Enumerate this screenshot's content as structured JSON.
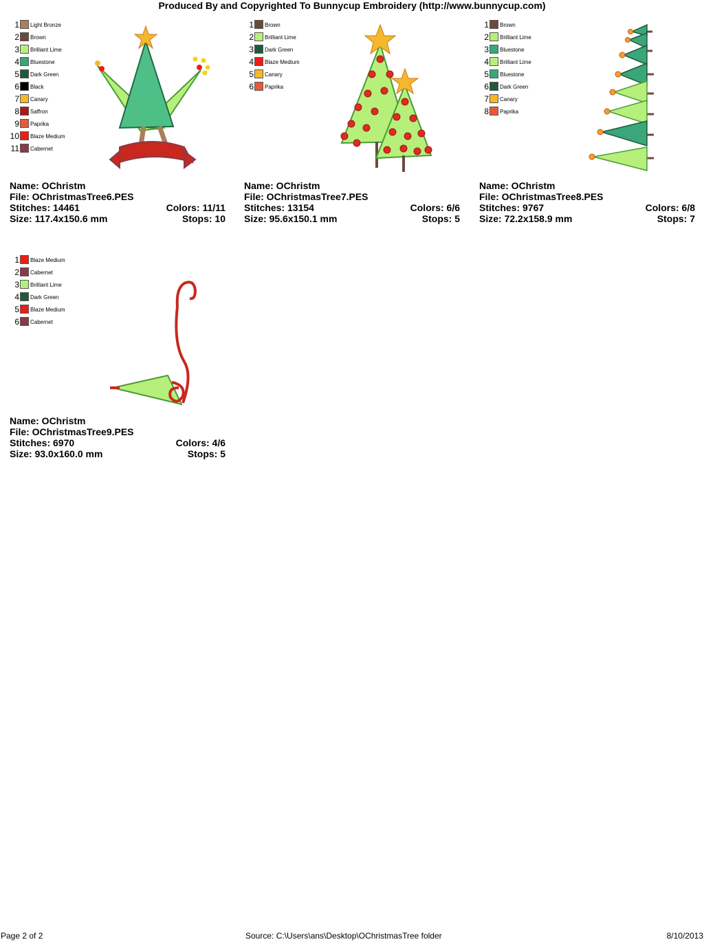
{
  "header": "Produced By and Copyrighted To Bunnycup Embroidery (http://www.bunnycup.com)",
  "designs": [
    {
      "legend": [
        {
          "num": "1",
          "name": "Light Bronze",
          "color": "#a97f5c"
        },
        {
          "num": "2",
          "name": "Brown",
          "color": "#6b4a3a"
        },
        {
          "num": "3",
          "name": "Brilliant Lime",
          "color": "#b6f07a"
        },
        {
          "num": "4",
          "name": "Bluestone",
          "color": "#3aa67a"
        },
        {
          "num": "5",
          "name": "Dark Green",
          "color": "#1f5a3e"
        },
        {
          "num": "6",
          "name": "Black",
          "color": "#000000"
        },
        {
          "num": "7",
          "name": "Canary",
          "color": "#f5b82a"
        },
        {
          "num": "8",
          "name": "Saffron",
          "color": "#b21616"
        },
        {
          "num": "9",
          "name": "Paprika",
          "color": "#e8593a"
        },
        {
          "num": "10",
          "name": "Blaze Medium",
          "color": "#f01c14"
        },
        {
          "num": "11",
          "name": "Cabernet",
          "color": "#8a3a4a"
        }
      ],
      "name_line": "Name: OChristm",
      "file_line": "File: OChristmasTree6.PES",
      "stitches_line": "Stitches: 14461",
      "colors_line": "Colors: 11/11",
      "size_line": "Size: 117.4x150.6 mm",
      "stops_line": "Stops: 10"
    },
    {
      "legend": [
        {
          "num": "1",
          "name": "Brown",
          "color": "#6b4a3a"
        },
        {
          "num": "2",
          "name": "Brilliant Lime",
          "color": "#b6f07a"
        },
        {
          "num": "3",
          "name": "Dark Green",
          "color": "#1f5a3e"
        },
        {
          "num": "4",
          "name": "Blaze Medium",
          "color": "#f01c14"
        },
        {
          "num": "5",
          "name": "Canary",
          "color": "#f5b82a"
        },
        {
          "num": "6",
          "name": "Paprika",
          "color": "#e8593a"
        }
      ],
      "name_line": "Name: OChristm",
      "file_line": "File: OChristmasTree7.PES",
      "stitches_line": "Stitches: 13154",
      "colors_line": "Colors: 6/6",
      "size_line": "Size: 95.6x150.1 mm",
      "stops_line": "Stops: 5"
    },
    {
      "legend": [
        {
          "num": "1",
          "name": "Brown",
          "color": "#6b4a3a"
        },
        {
          "num": "2",
          "name": "Brilliant Lime",
          "color": "#b6f07a"
        },
        {
          "num": "3",
          "name": "Bluestone",
          "color": "#3aa67a"
        },
        {
          "num": "4",
          "name": "Brilliant Lime",
          "color": "#b6f07a"
        },
        {
          "num": "5",
          "name": "Bluestone",
          "color": "#3aa67a"
        },
        {
          "num": "6",
          "name": "Dark Green",
          "color": "#1f5a3e"
        },
        {
          "num": "7",
          "name": "Canary",
          "color": "#f5b82a"
        },
        {
          "num": "8",
          "name": "Paprika",
          "color": "#e8593a"
        }
      ],
      "name_line": "Name: OChristm",
      "file_line": "File: OChristmasTree8.PES",
      "stitches_line": "Stitches: 9767",
      "colors_line": "Colors: 6/8",
      "size_line": "Size: 72.2x158.9 mm",
      "stops_line": "Stops: 7"
    },
    {
      "legend": [
        {
          "num": "1",
          "name": "Blaze Medium",
          "color": "#f01c14"
        },
        {
          "num": "2",
          "name": "Cabernet",
          "color": "#8a3a4a"
        },
        {
          "num": "3",
          "name": "Brilliant Lime",
          "color": "#b6f07a"
        },
        {
          "num": "4",
          "name": "Dark Green",
          "color": "#1f5a3e"
        },
        {
          "num": "5",
          "name": "Blaze Medium",
          "color": "#f01c14"
        },
        {
          "num": "6",
          "name": "Cabernet",
          "color": "#8a3a4a"
        }
      ],
      "name_line": "Name: OChristm",
      "file_line": "File: OChristmasTree9.PES",
      "stitches_line": "Stitches: 6970",
      "colors_line": "Colors: 4/6",
      "size_line": "Size: 93.0x160.0 mm",
      "stops_line": "Stops: 5"
    }
  ],
  "footer": {
    "page": "Page 2 of 2",
    "source": "Source: C:\\Users\\ans\\Desktop\\OChristmasTree folder",
    "date": "8/10/2013"
  }
}
